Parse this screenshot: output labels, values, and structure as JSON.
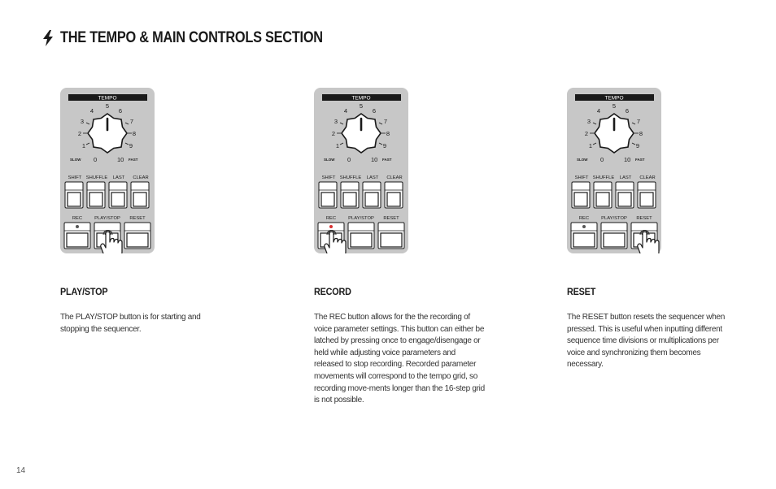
{
  "title": "THE TEMPO & MAIN CONTROLS SECTION",
  "icon": "lightning-bolt-icon",
  "panel_labels": {
    "tempo": "TEMPO",
    "slow": "SLOW",
    "fast": "FAST",
    "dial": [
      "0",
      "1",
      "2",
      "3",
      "4",
      "5",
      "6",
      "7",
      "8",
      "9",
      "10"
    ],
    "top_buttons": [
      "SHIFT",
      "SHUFFLE",
      "LAST",
      "CLEAR"
    ],
    "bottom_buttons": [
      "REC",
      "PLAY/STOP",
      "RESET"
    ]
  },
  "columns": [
    {
      "heading": "PLAY/STOP",
      "body": "The PLAY/STOP button is for starting and stopping the sequencer.",
      "pressed": "PLAY/STOP",
      "rec_led": "#555555"
    },
    {
      "heading": "RECORD",
      "body": "The REC button allows for the the recording of voice parameter settings. This button can either be latched by pressing once to engage/disengage or held while adjusting voice parameters and released to stop recording. Recorded parameter movements will correspond to the tempo grid, so recording move-ments longer than the 16-step grid is not possible.",
      "pressed": "REC",
      "rec_led": "#d83030"
    },
    {
      "heading": "RESET",
      "body": "The RESET button resets the sequencer when pressed. This is useful when inputting different sequence time divisions or multiplications per voice and synchronizing them becomes necessary.",
      "pressed": "RESET",
      "rec_led": "#555555"
    }
  ],
  "page_number": "14"
}
